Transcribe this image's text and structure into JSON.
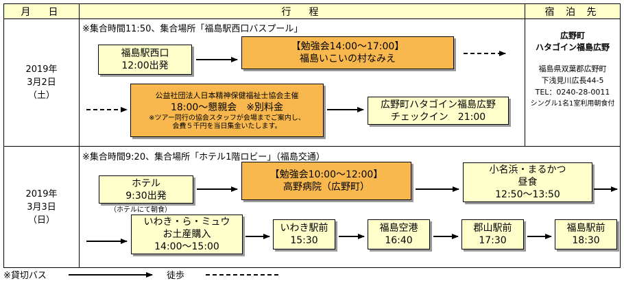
{
  "header": {
    "date": "月　日",
    "itinerary": "行　程",
    "lodging": "宿 泊 先"
  },
  "day1": {
    "date": [
      "2019年",
      "3月2日",
      "（土）"
    ],
    "note": "※集合時間11:50、集合場所「福島駅西口バスプール」",
    "box_depart": [
      "福島駅西口",
      "12:00出発"
    ],
    "box_study": [
      "【勉強会14:00～17:00】",
      "福島いこいの村なみえ"
    ],
    "box_party": {
      "line1": "公益社団法人日本精神保健福祉士協会主催",
      "line2": "18:00～懇親会　※別料金",
      "line3": "※ツアー同行の協会スタッフが会場までご案内し、",
      "line4": "会費５千円を当日集金いたします。"
    },
    "box_checkin": [
      "広野町ハタゴイン福島広野",
      "チェックイン　21:00"
    ]
  },
  "lodging": {
    "name1": "広野町",
    "name2": "ハタゴイン福島広野",
    "address1": "福島県双葉郡広野町",
    "address2": "下浅見川広長44-5",
    "tel": "TEL：0240-28-0011",
    "plan": "シングル1名1室利用朝食付"
  },
  "day2": {
    "date": [
      "2019年",
      "3月3日",
      "（日）"
    ],
    "note": "※集合時間9:20、集合場所「ホテル1階ロビー」（福島交通）",
    "box_hotel": [
      "ホテル",
      "9:30出発"
    ],
    "hotel_breakfast": "（ホテルにて朝食）",
    "box_study": [
      "【勉強会10:00～12:00】",
      "高野病院（広野町）"
    ],
    "box_lunch": [
      "小名浜・まるかつ",
      "昼食",
      "12:50～13:50"
    ],
    "box_shop": [
      "いわき・ら・ミュウ",
      "お土産購入",
      "14:00～15:00"
    ],
    "box_iwaki": [
      "いわき駅前",
      "15:30"
    ],
    "box_airport": [
      "福島空港",
      "16:40"
    ],
    "box_koriyama": [
      "郡山駅前",
      "17:30"
    ],
    "box_fukushima": [
      "福島駅前",
      "18:30"
    ]
  },
  "legend": {
    "bus": "※貸切バス",
    "walk": "徒歩"
  }
}
